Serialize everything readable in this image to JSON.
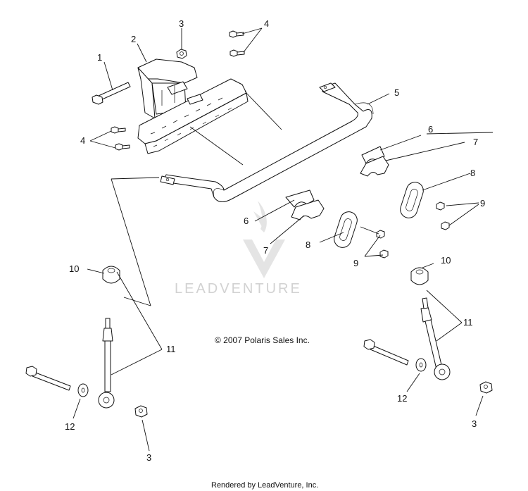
{
  "callouts": {
    "c1": "1",
    "c2": "2",
    "c3a": "3",
    "c3b": "3",
    "c3c": "3",
    "c4a": "4",
    "c4b": "4",
    "c5": "5",
    "c6a": "6",
    "c6b": "6",
    "c7a": "7",
    "c7b": "7",
    "c8a": "8",
    "c8b": "8",
    "c9a": "9",
    "c9b": "9",
    "c10a": "10",
    "c10b": "10",
    "c11a": "11",
    "c11b": "11",
    "c12a": "12",
    "c12b": "12"
  },
  "copyright": "© 2007 Polaris Sales Inc.",
  "watermark": "LEADVENTURE",
  "footer": "Rendered by LeadVenture, Inc."
}
